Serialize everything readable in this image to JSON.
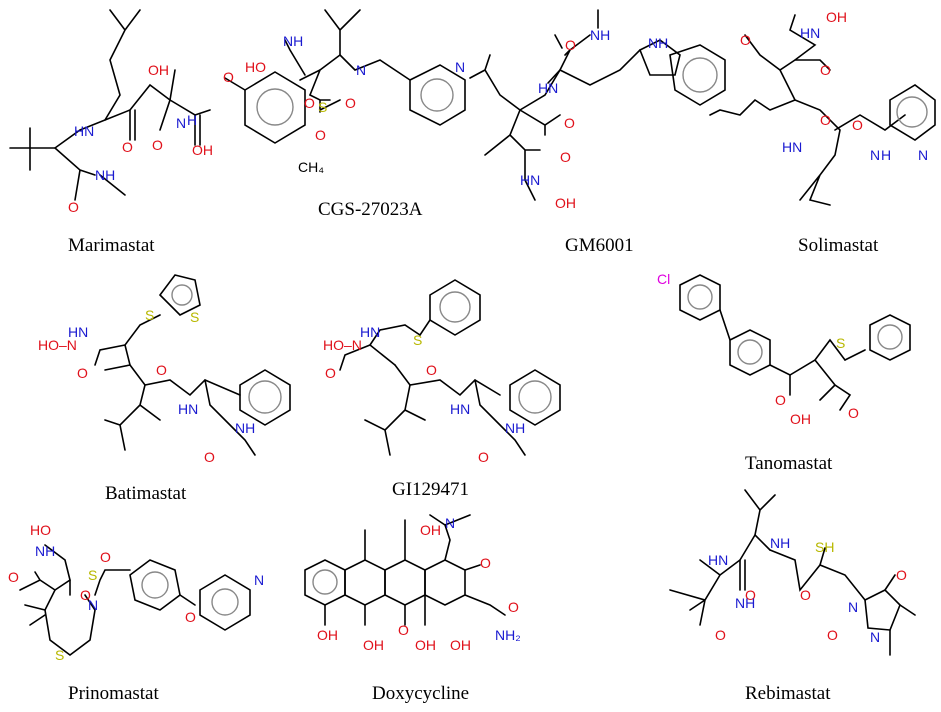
{
  "compounds": [
    {
      "name": "Marimastat"
    },
    {
      "name": "CGS-27023A"
    },
    {
      "name": "GM6001"
    },
    {
      "name": "Solimastat"
    },
    {
      "name": "Batimastat"
    },
    {
      "name": "GI129471"
    },
    {
      "name": "Tanomastat"
    },
    {
      "name": "Prinomastat"
    },
    {
      "name": "Doxycycline"
    },
    {
      "name": "Rebimastat"
    }
  ],
  "atom_labels": {
    "OH": "OH",
    "O": "O",
    "N": "N",
    "NH": "NH",
    "HN": "HN",
    "H": "H",
    "HO": "HO",
    "HO_N": "HO–N",
    "S": "S",
    "SH": "SH",
    "Cl": "Cl",
    "NH2": "NH₂",
    "CH4": "CH₄"
  },
  "colors": {
    "oxygen": "#e0101a",
    "nitrogen": "#1a1ad0",
    "sulfur": "#b8b800",
    "chlorine": "#e000e0",
    "bond": "#000000"
  }
}
